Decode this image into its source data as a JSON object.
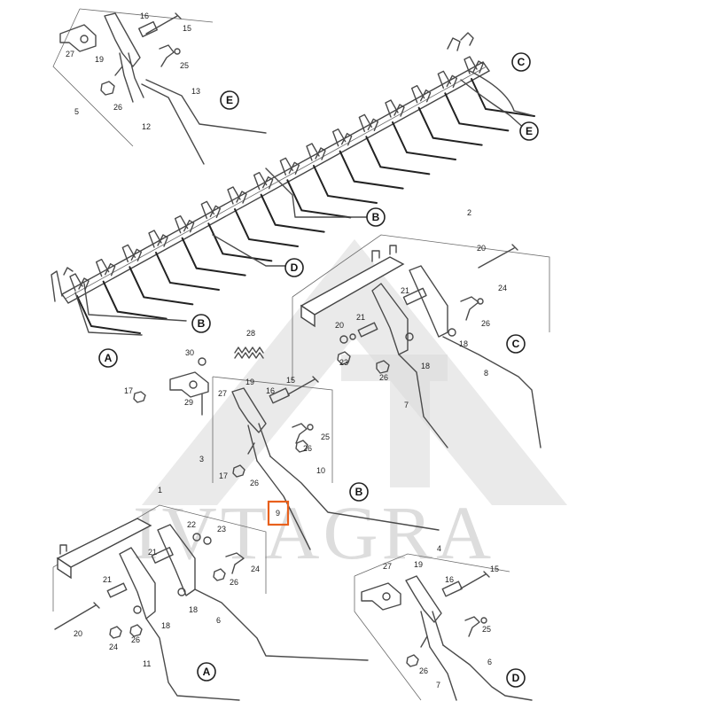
{
  "watermark": {
    "text": "IVTAGRA"
  },
  "letter_markers": [
    "E",
    "E",
    "C",
    "B",
    "D",
    "B",
    "A",
    "C",
    "B",
    "A",
    "D"
  ],
  "callouts": {
    "a16": "16",
    "a15": "15",
    "a27": "27",
    "a19": "19",
    "a25": "25",
    "a26": "26",
    "a13": "13",
    "a5": "5",
    "a12": "12",
    "b2": "2",
    "b20": "20",
    "b21a": "21",
    "b24": "24",
    "b21b": "21",
    "b26a": "26",
    "b20b": "20",
    "b18": "18",
    "b23": "23",
    "b26b": "26",
    "b18b": "18",
    "b8": "8",
    "b7": "7",
    "c28": "28",
    "c30": "30",
    "c17": "17",
    "c29": "29",
    "c27": "27",
    "c19": "19",
    "c16": "16",
    "c15": "15",
    "c25": "25",
    "c3": "3",
    "c26": "26",
    "c17b": "17",
    "c26b": "26",
    "c10": "10",
    "c9": "9",
    "d1": "1",
    "d22": "22",
    "d23": "23",
    "d21": "21",
    "d24": "24",
    "d26": "26",
    "d21b": "21",
    "d18": "18",
    "d20": "20",
    "d18b": "18",
    "d6": "6",
    "d24b": "24",
    "d26b": "26",
    "d11": "11",
    "e4": "4",
    "e27": "27",
    "e19": "19",
    "e15": "15",
    "e16": "16",
    "e25": "25",
    "e26": "26",
    "e6": "6",
    "e7": "7"
  },
  "colors": {
    "highlight": "#e8601c",
    "line": "#4a4a4a",
    "watermark": "#d9d9d9"
  }
}
